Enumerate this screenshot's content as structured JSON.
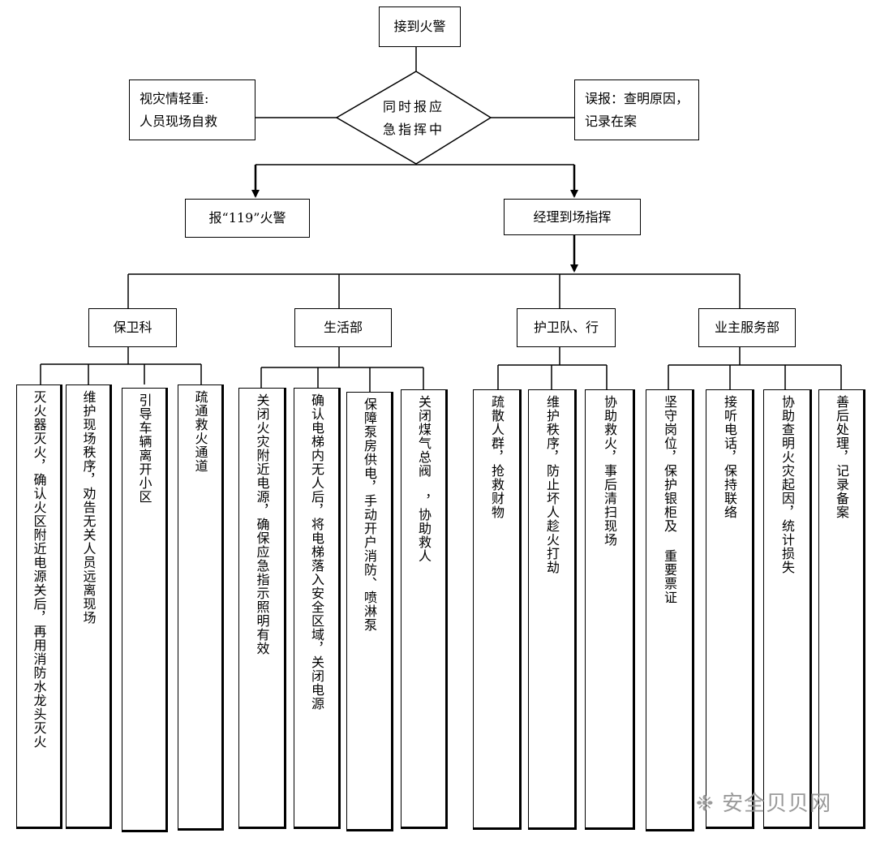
{
  "top": "接到火警",
  "left_note": [
    "视灾情轻重:",
    "人员现场自救"
  ],
  "diamond": [
    "同时报应",
    "急指挥中"
  ],
  "right_note": [
    "误报：查明原因，",
    "记录在案"
  ],
  "call_119": "报“119”火警",
  "manager": "经理到场指挥",
  "departments": [
    {
      "name": "保卫科",
      "tasks": [
        "灭火器灭火，确认火区附近电源关后，再用消防水龙头灭火",
        "维护现场秩序，劝告无关人员远离现场",
        "引导车辆离开小区",
        "疏通救火通道"
      ]
    },
    {
      "name": "生活部",
      "tasks": [
        "关闭火灾附近电源，确保应急指示照明有效",
        "确认电梯内无人后，将电梯落入安全区域，关闭电源",
        "保障泵房供电，手动开户消防、喷淋泵",
        "关闭煤气总阀 ，协助救人"
      ]
    },
    {
      "name": "护卫队、行",
      "tasks": [
        "疏散人群，抢救财物",
        "维护秩序，防止坏人趁火打劫",
        "协助救火，事后清扫现场"
      ]
    },
    {
      "name": "业主服务部",
      "tasks": [
        "坚守岗位，保护银柜及 重要票证",
        "接听电话，保持联络",
        "协助查明火灾起因，统计损失",
        "善后处理，记录备案"
      ]
    }
  ],
  "watermark": "安全贝贝网"
}
